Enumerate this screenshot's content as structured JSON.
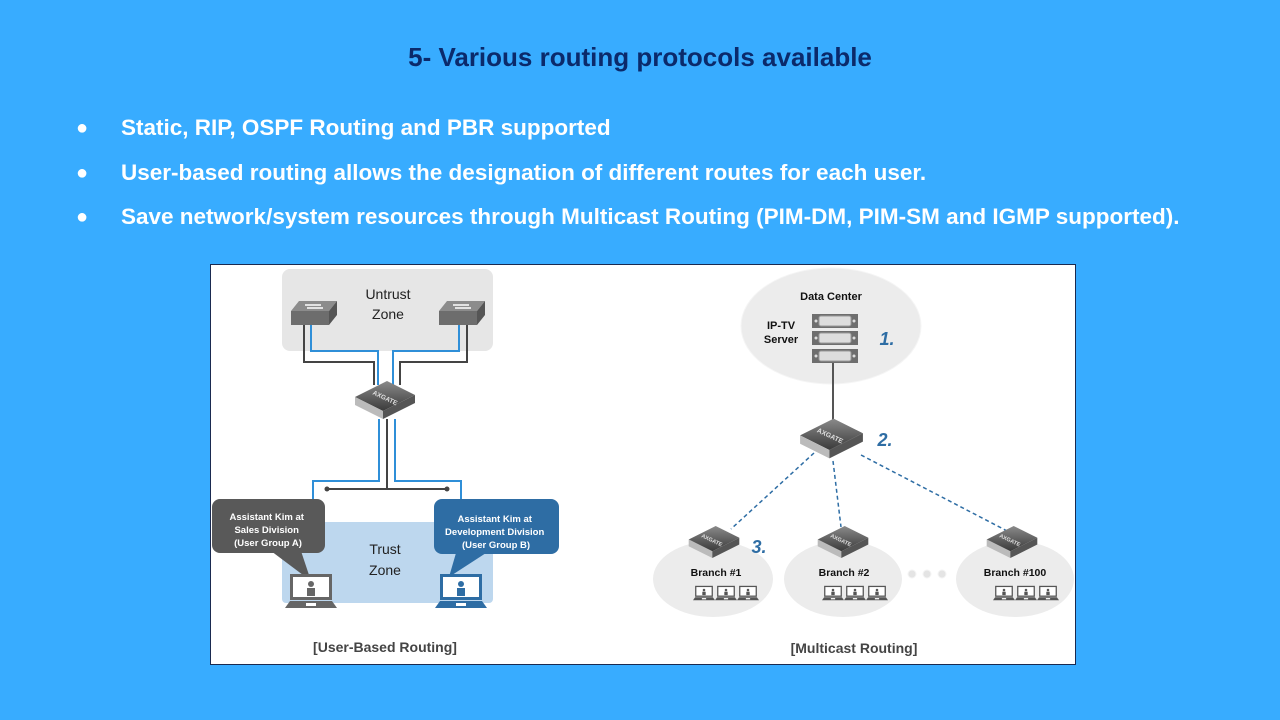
{
  "slide": {
    "title": "5- Various routing protocols available",
    "bullets": [
      "Static, RIP, OSPF Routing and PBR supported",
      "User-based routing allows the designation of different routes for each user.",
      "Save network/system resources through Multicast Routing (PIM-DM, PIM-SM and IGMP supported)."
    ]
  },
  "user_based": {
    "untrust_zone": [
      "Untrust",
      "Zone"
    ],
    "trust_zone": [
      "Trust",
      "Zone"
    ],
    "device_label": "AXGATE",
    "group_a": [
      "Assistant Kim at",
      "Sales Division",
      "(User Group A)"
    ],
    "group_b": [
      "Assistant Kim at",
      "Development Division",
      "(User Group B)"
    ],
    "caption": "[User-Based Routing]"
  },
  "multicast": {
    "data_center": "Data Center",
    "server": [
      "IP-TV",
      "Server"
    ],
    "steps": [
      "1.",
      "2.",
      "3."
    ],
    "branches": [
      "Branch #1",
      "Branch #2",
      "Branch #100"
    ],
    "caption": "[Multicast Routing]"
  },
  "colors": {
    "background": "#38acff",
    "title": "#0b2a6b",
    "group_a": "#595959",
    "group_b": "#2e6da4",
    "trust_zone": "#bdd7ee",
    "untrust_zone": "#e6e6e6",
    "link_blue": "#2f8fd8",
    "step_number": "#2e6da4"
  }
}
